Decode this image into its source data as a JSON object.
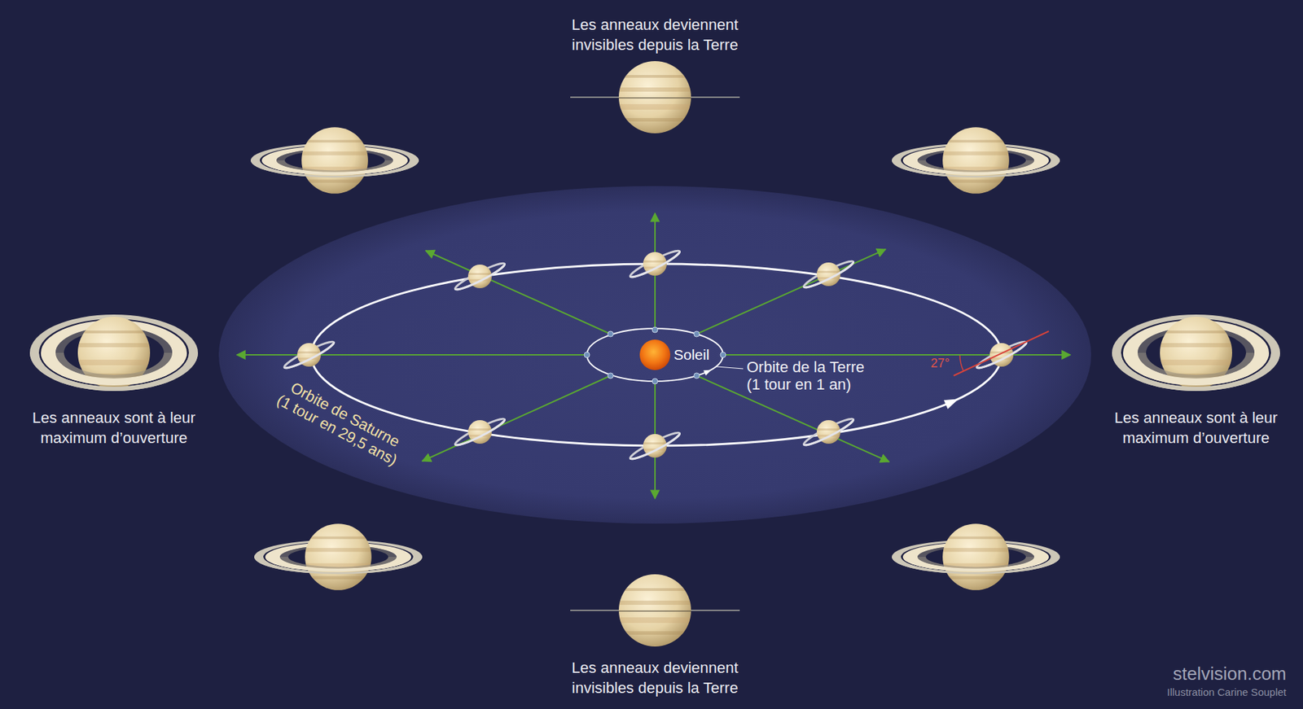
{
  "diagram": {
    "labels": [
      "Les anneaux deviennent invisibles depuis la Terre",
      "Les anneaux sont à leur maximum d’ouverture",
      "Soleil",
      "Orbite de la Terre (1 tour en 1 an)",
      "27°",
      "Les anneaux sont à leur maximum d’ouverture",
      "Orbite de Saturne (1 tour en 29,5 ans)",
      "Les anneaux deviennent invisibles depuis la Terre",
      "stelvision.com",
      "Illustration Carine Souplet"
    ]
  }
}
